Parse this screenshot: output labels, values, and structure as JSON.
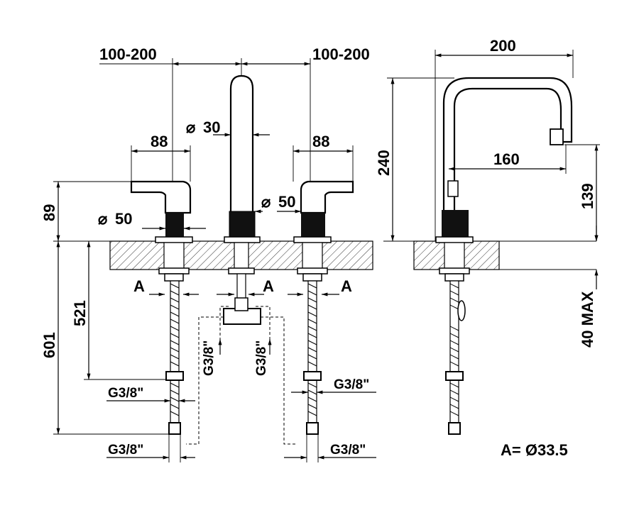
{
  "drawing": {
    "front": {
      "spacing_left": "100-200",
      "spacing_right": "100-200",
      "spout_diameter": "30",
      "handle_width_left": "88",
      "handle_width_right": "88",
      "handle_height": "89",
      "base_diameter_left": "50",
      "base_diameter_right": "50",
      "total_length": "601",
      "hose_length": "521",
      "label_a_left": "A",
      "label_a_center": "A",
      "label_a_right": "A",
      "thread_left_upper": "G3/8\"",
      "thread_left_lower": "G3/8\"",
      "thread_center_left": "G3/8\"",
      "thread_center_right": "G3/8\"",
      "thread_right_upper": "G3/8\"",
      "thread_right_lower": "G3/8\""
    },
    "side": {
      "reach": "200",
      "height": "240",
      "aerator_reach": "160",
      "aerator_height": "139",
      "deck_thickness": "40 MAX"
    },
    "note": "A= Ø33.5",
    "diameter_symbol": "⌀"
  }
}
